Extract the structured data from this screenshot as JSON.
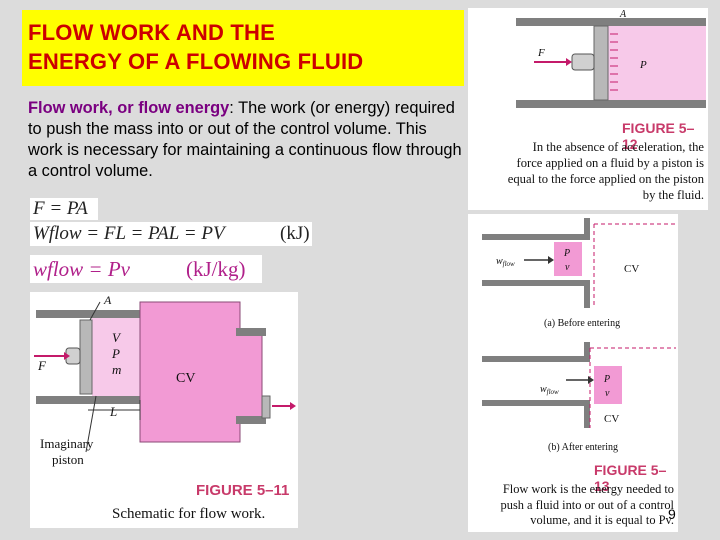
{
  "title": {
    "line1": "FLOW WORK AND THE",
    "line2": "ENERGY OF A FLOWING FLUID"
  },
  "definition": {
    "term": "Flow work, or flow energy",
    "text": ": The work (or energy) required to push the mass into or out of the control volume. This work is necessary for maintaining a continuous flow through a control volume."
  },
  "equations": {
    "eq1": "F = PA",
    "eq2": "Wflow = FL = PAL = PV",
    "eq2_unit": "(kJ)",
    "eq3": "wflow = Pv",
    "eq3_unit": "(kJ/kg)"
  },
  "fig11": {
    "label": "FIGURE 5–11",
    "caption": "Schematic for flow work.",
    "labels": {
      "A": "A",
      "V": "V",
      "P": "P",
      "m": "m",
      "F": "F",
      "CV": "CV",
      "L": "L",
      "piston1": "Imaginary",
      "piston2": "piston"
    }
  },
  "fig12": {
    "label": "FIGURE 5–12",
    "caption_lines": [
      "In the absence of acceleration, the",
      "force applied on a fluid by a piston is",
      "equal to the force applied on the piston",
      "by the fluid."
    ],
    "labels": {
      "A": "A",
      "F": "F",
      "P": "P"
    }
  },
  "fig13": {
    "label": "FIGURE 5–13",
    "caption_lines": [
      "Flow work is the energy needed to",
      "push a fluid into or out of a control",
      "volume, and it is equal to Pv."
    ],
    "before": "(a) Before entering",
    "after": "(b) After entering",
    "labels": {
      "w": "w",
      "flow": "flow",
      "P": "P",
      "v": "v",
      "CV": "CV"
    }
  },
  "page_number": "9",
  "colors": {
    "title_bg": "#ffff00",
    "title_text": "#cc0000",
    "term": "#7a0080",
    "fluid": "#f29ad4",
    "figure_label": "#c83a6a"
  }
}
